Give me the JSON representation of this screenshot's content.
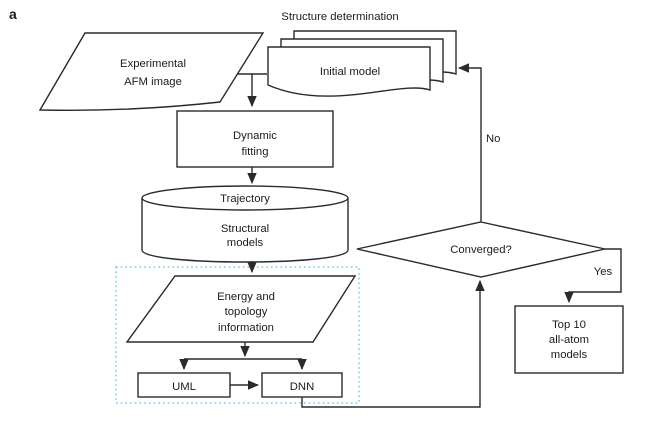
{
  "figure": {
    "panel_label": "a",
    "title": "Structure determination"
  },
  "nodes": {
    "experimental_afm_image": {
      "shape": "parallelogram",
      "lines": [
        "Experimental",
        "AFM image"
      ]
    },
    "initial_model": {
      "shape": "stacked-documents",
      "lines": [
        "Initial model"
      ]
    },
    "dynamic_fitting": {
      "shape": "rectangle",
      "lines": [
        "Dynamic",
        "fitting"
      ]
    },
    "trajectory_store": {
      "shape": "cylinder",
      "top_label": "Trajectory",
      "body_lines": [
        "Structural",
        "models"
      ]
    },
    "energy_topology": {
      "shape": "parallelogram",
      "lines": [
        "Energy and",
        "topology",
        "information"
      ]
    },
    "uml": {
      "shape": "rectangle",
      "lines": [
        "UML"
      ]
    },
    "dnn": {
      "shape": "rectangle",
      "lines": [
        "DNN"
      ]
    },
    "converged": {
      "shape": "diamond",
      "lines": [
        "Converged?"
      ]
    },
    "top_10_all_atom_models": {
      "shape": "rectangle",
      "lines": [
        "Top 10",
        "all-atom",
        "models"
      ]
    }
  },
  "edge_labels": {
    "no": "No",
    "yes": "Yes"
  },
  "colors": {
    "line": "#2b2b2b",
    "text": "#1c1c1c",
    "ml_region_border": "#76cbe3",
    "background": "#ffffff"
  }
}
